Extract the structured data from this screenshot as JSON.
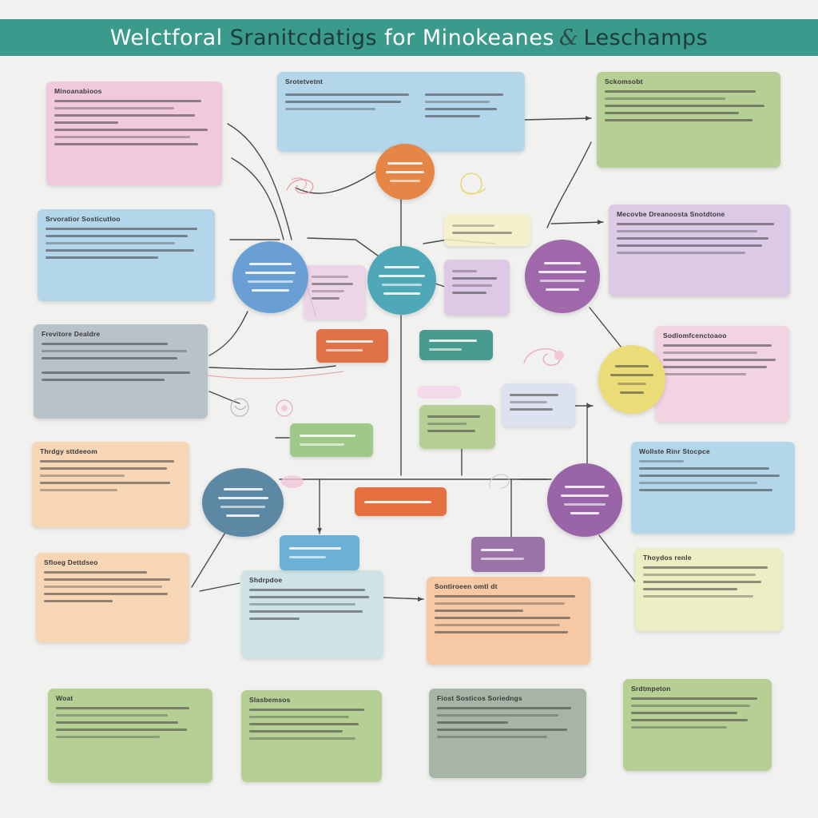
{
  "title": {
    "part1": "Welctforal",
    "part2": "Sranitcdatigs",
    "part3": "for Minokeanes",
    "amp": "&",
    "part4": "Leschamps"
  },
  "colors": {
    "banner": "#3a9a8b",
    "pink": "#f1c9dd",
    "blue": "#b4d6ea",
    "green": "#b6cf95",
    "lavender": "#dcc9e6",
    "gray": "#b8c2c8",
    "peach": "#f6d6b4",
    "yellow": "#ecefc4",
    "orange": "#e58647",
    "teal": "#4fa2b3",
    "purple": "#9a6ea7",
    "steel": "#5c88a4",
    "mustard": "#ebdc78"
  },
  "cards": {
    "c1": {
      "title": "Minoanabioos"
    },
    "c2": {
      "title": "Srotetvetnt"
    },
    "c3": {
      "title": "Sckomsobt"
    },
    "c4": {
      "title": "Srvoratior Sosticutloo"
    },
    "c5": {
      "title": "Mecovbe Dreanoosta Snotdtone"
    },
    "c6": {
      "title": "Frevitore Dealdre"
    },
    "c7": {
      "title": "Sodlomfcenctoaoo"
    },
    "c8": {
      "title": "Thrdgy sttdeeom"
    },
    "c9": {
      "title": "Wollste Rinr Stocpce"
    },
    "c10": {
      "title": "Sfloeg Dettdseo"
    },
    "c11": {
      "title": "Shdrpdoe"
    },
    "c12": {
      "title": "Sontiroeen omtl dt"
    },
    "c13": {
      "title": "Thoydos renle"
    },
    "c14": {
      "title": "Woat"
    },
    "c15": {
      "title": "Slasbemsos"
    },
    "c16": {
      "title": "Fiost Sosticos Soriedngs"
    },
    "c17": {
      "title": "Srdtmpeton"
    }
  }
}
